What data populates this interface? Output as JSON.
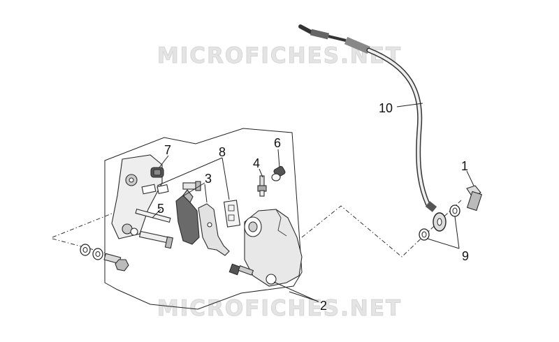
{
  "watermark": {
    "top_text": "MICROFICHES.NET",
    "bottom_text": "MICROFICHES.NET"
  },
  "callouts": [
    {
      "id": "1",
      "label": "1"
    },
    {
      "id": "2",
      "label": "2"
    },
    {
      "id": "3",
      "label": "3"
    },
    {
      "id": "4",
      "label": "4"
    },
    {
      "id": "5",
      "label": "5"
    },
    {
      "id": "6",
      "label": "6"
    },
    {
      "id": "7",
      "label": "7"
    },
    {
      "id": "8",
      "label": "8"
    },
    {
      "id": "9",
      "label": "9"
    },
    {
      "id": "10",
      "label": "10"
    }
  ],
  "colors": {
    "line": "#222222",
    "part_fill": "#ececec",
    "part_shade": "#9a9a9a",
    "pad_fill": "#555555",
    "watermark": "#e4e4e4"
  }
}
